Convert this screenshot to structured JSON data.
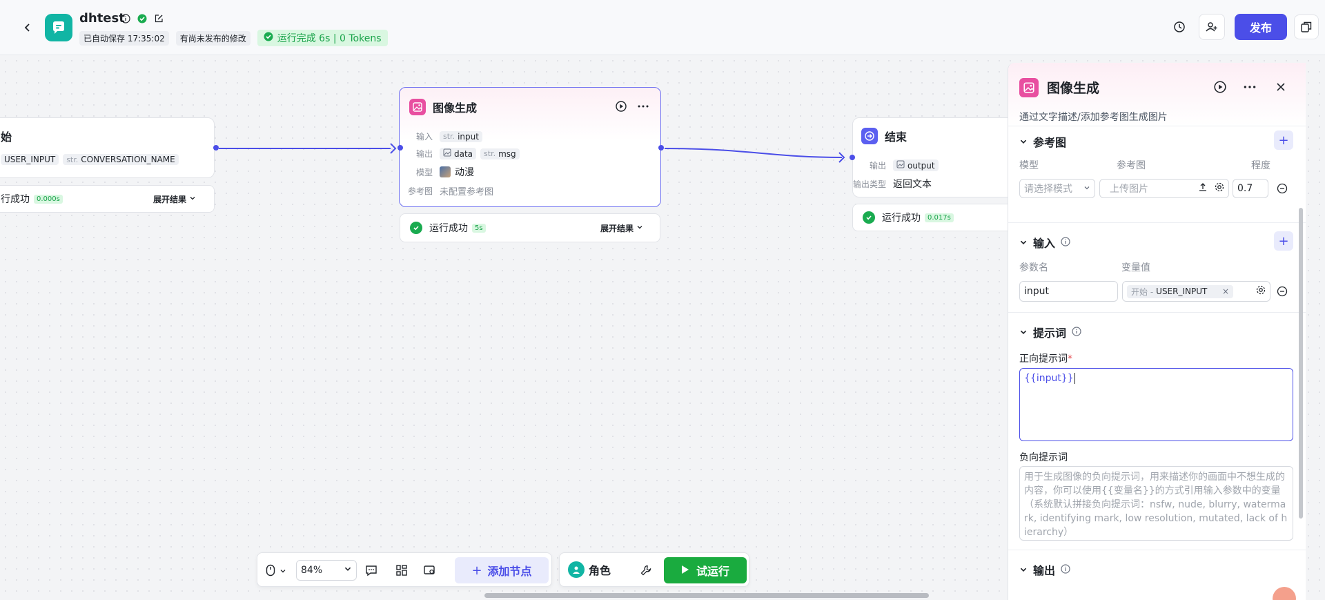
{
  "header": {
    "app_name": "dhtest",
    "autosave": "已自动保存 17:35:02",
    "unpublished": "有尚未发布的修改",
    "run_status": "运行完成 6s | 0 Tokens",
    "publish_label": "发布"
  },
  "start_node": {
    "title": "始",
    "vars": [
      {
        "text": "USER_INPUT"
      },
      {
        "type": "str.",
        "text": "CONVERSATION_NAME"
      }
    ],
    "status": "行成功",
    "time": "0.000s",
    "expand": "展开结果"
  },
  "image_node": {
    "title": "图像生成",
    "input_label": "输入",
    "input_type": "str.",
    "input_var": "input",
    "output_label": "输出",
    "output_var1": "data",
    "output_type2": "str.",
    "output_var2": "msg",
    "model_label": "模型",
    "model_value": "动漫",
    "ref_label": "参考图",
    "ref_value": "未配置参考图",
    "status": "运行成功",
    "time": "5s",
    "expand": "展开结果"
  },
  "end_node": {
    "title": "结束",
    "output_label": "输出",
    "output_var": "output",
    "output_type_label": "输出类型",
    "output_type_value": "返回文本",
    "status": "运行成功",
    "time": "0.017s"
  },
  "panel": {
    "title": "图像生成",
    "desc": "通过文字描述/添加参考图生成图片",
    "ref_section": "参考图",
    "col_model": "模型",
    "col_ref": "参考图",
    "col_degree": "程度",
    "mode_placeholder": "请选择模式",
    "upload_placeholder": "上传图片",
    "degree_value": "0.7",
    "input_section": "输入",
    "col_param": "参数名",
    "col_value": "变量值",
    "param_value": "input",
    "var_source": "开始 -",
    "var_name": "USER_INPUT",
    "prompt_section": "提示词",
    "positive_label": "正向提示词",
    "required_mark": "*",
    "positive_value": "{{input}}",
    "negative_label": "负向提示词",
    "negative_placeholder": "用于生成图像的负向提示词，用来描述你的画面中不想生成的内容，你可以使用{{变量名}}的方式引用输入参数中的变量（系统默认拼接负向提示词：nsfw, nude, blurry, watermark, identifying mark, low resolution, mutated, lack of hierarchy）",
    "output_section": "输出"
  },
  "toolbar": {
    "zoom": "84%",
    "add_node": "添加节点",
    "role": "角色",
    "test_run": "试运行"
  },
  "colors": {
    "accent": "#4b4ee8",
    "success": "#1aab50",
    "image_node": "#e84fa0",
    "end_node": "#5b5ff0",
    "app_logo": "#11b5a4"
  }
}
